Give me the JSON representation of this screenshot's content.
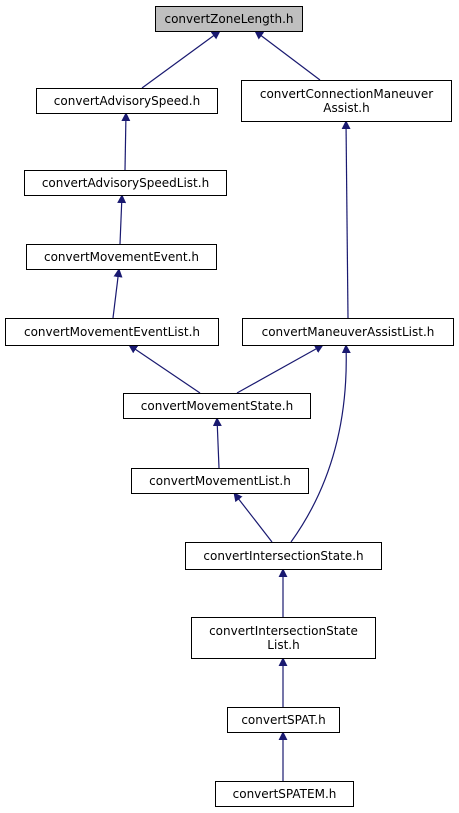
{
  "colors": {
    "edge": "#191970",
    "node_fill": "#ffffff",
    "node_highlight_fill": "#bfbfbf",
    "node_border": "#000000"
  },
  "nodes": [
    {
      "id": "n_zonelength",
      "lines": [
        "convertZoneLength.h"
      ],
      "highlight": true
    },
    {
      "id": "n_advspeed",
      "lines": [
        "convertAdvisorySpeed.h"
      ]
    },
    {
      "id": "n_connman",
      "lines": [
        "convertConnectionManeuver",
        "Assist.h"
      ]
    },
    {
      "id": "n_advspeedlist",
      "lines": [
        "convertAdvisorySpeedList.h"
      ]
    },
    {
      "id": "n_movevent",
      "lines": [
        "convertMovementEvent.h"
      ]
    },
    {
      "id": "n_moveventlist",
      "lines": [
        "convertMovementEventList.h"
      ]
    },
    {
      "id": "n_manassistlist",
      "lines": [
        "convertManeuverAssistList.h"
      ]
    },
    {
      "id": "n_movstate",
      "lines": [
        "convertMovementState.h"
      ]
    },
    {
      "id": "n_movlist",
      "lines": [
        "convertMovementList.h"
      ]
    },
    {
      "id": "n_intstate",
      "lines": [
        "convertIntersectionState.h"
      ]
    },
    {
      "id": "n_intstatelist",
      "lines": [
        "convertIntersectionState",
        "List.h"
      ]
    },
    {
      "id": "n_spat",
      "lines": [
        "convertSPAT.h"
      ]
    },
    {
      "id": "n_spatem",
      "lines": [
        "convertSPATEM.h"
      ]
    }
  ],
  "edges": [
    {
      "from": "n_advspeed",
      "to": "n_zonelength"
    },
    {
      "from": "n_connman",
      "to": "n_zonelength"
    },
    {
      "from": "n_advspeedlist",
      "to": "n_advspeed"
    },
    {
      "from": "n_movevent",
      "to": "n_advspeedlist"
    },
    {
      "from": "n_moveventlist",
      "to": "n_movevent"
    },
    {
      "from": "n_manassistlist",
      "to": "n_connman"
    },
    {
      "from": "n_movstate",
      "to": "n_moveventlist"
    },
    {
      "from": "n_movstate",
      "to": "n_manassistlist"
    },
    {
      "from": "n_movlist",
      "to": "n_movstate"
    },
    {
      "from": "n_intstate",
      "to": "n_movlist"
    },
    {
      "from": "n_intstate",
      "to": "n_manassistlist"
    },
    {
      "from": "n_intstatelist",
      "to": "n_intstate"
    },
    {
      "from": "n_spat",
      "to": "n_intstatelist"
    },
    {
      "from": "n_spatem",
      "to": "n_spat"
    }
  ]
}
